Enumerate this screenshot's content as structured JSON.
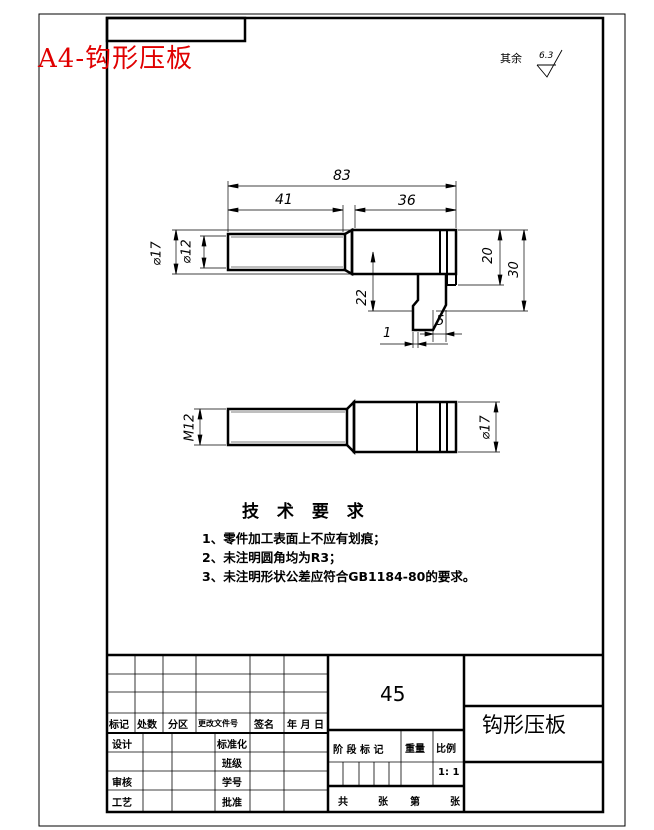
{
  "sheet": {
    "format_label": "A4-钩形压板",
    "roughness_note": "其余",
    "roughness_value": "6.3"
  },
  "dimensions": {
    "total_length": "83",
    "left_length": "41",
    "right_length": "36",
    "dia_17_top": "⌀17",
    "dia_12_top": "⌀12",
    "height_20": "20",
    "height_30": "30",
    "slot_22": "22",
    "slot_5": "5",
    "step_1": "1",
    "thread_m12": "M12",
    "dia_17_bottom": "⌀17"
  },
  "requirements": {
    "heading": "技 术 要 求",
    "items": [
      "1、零件加工表面上不应有划痕；",
      "2、未注明圆角均为R3；",
      "3、未注明形状公差应符合GB1184-80的要求。"
    ]
  },
  "title_block": {
    "material": "45",
    "part_name": "钩形压板",
    "rev_headers": [
      "标记",
      "处数",
      "分区",
      "更改文件号",
      "签名",
      "年 月 日"
    ],
    "design": "设计",
    "standardize": "标准化",
    "class": "班级",
    "review": "审核",
    "student_no": "学号",
    "process": "工艺",
    "approve": "批准",
    "stage_mark": "阶 段 标 记",
    "weight": "重量",
    "scale": "比例",
    "scale_value": "1: 1",
    "total": "共",
    "sheets1": "张",
    "page": "第",
    "sheets2": "张"
  }
}
